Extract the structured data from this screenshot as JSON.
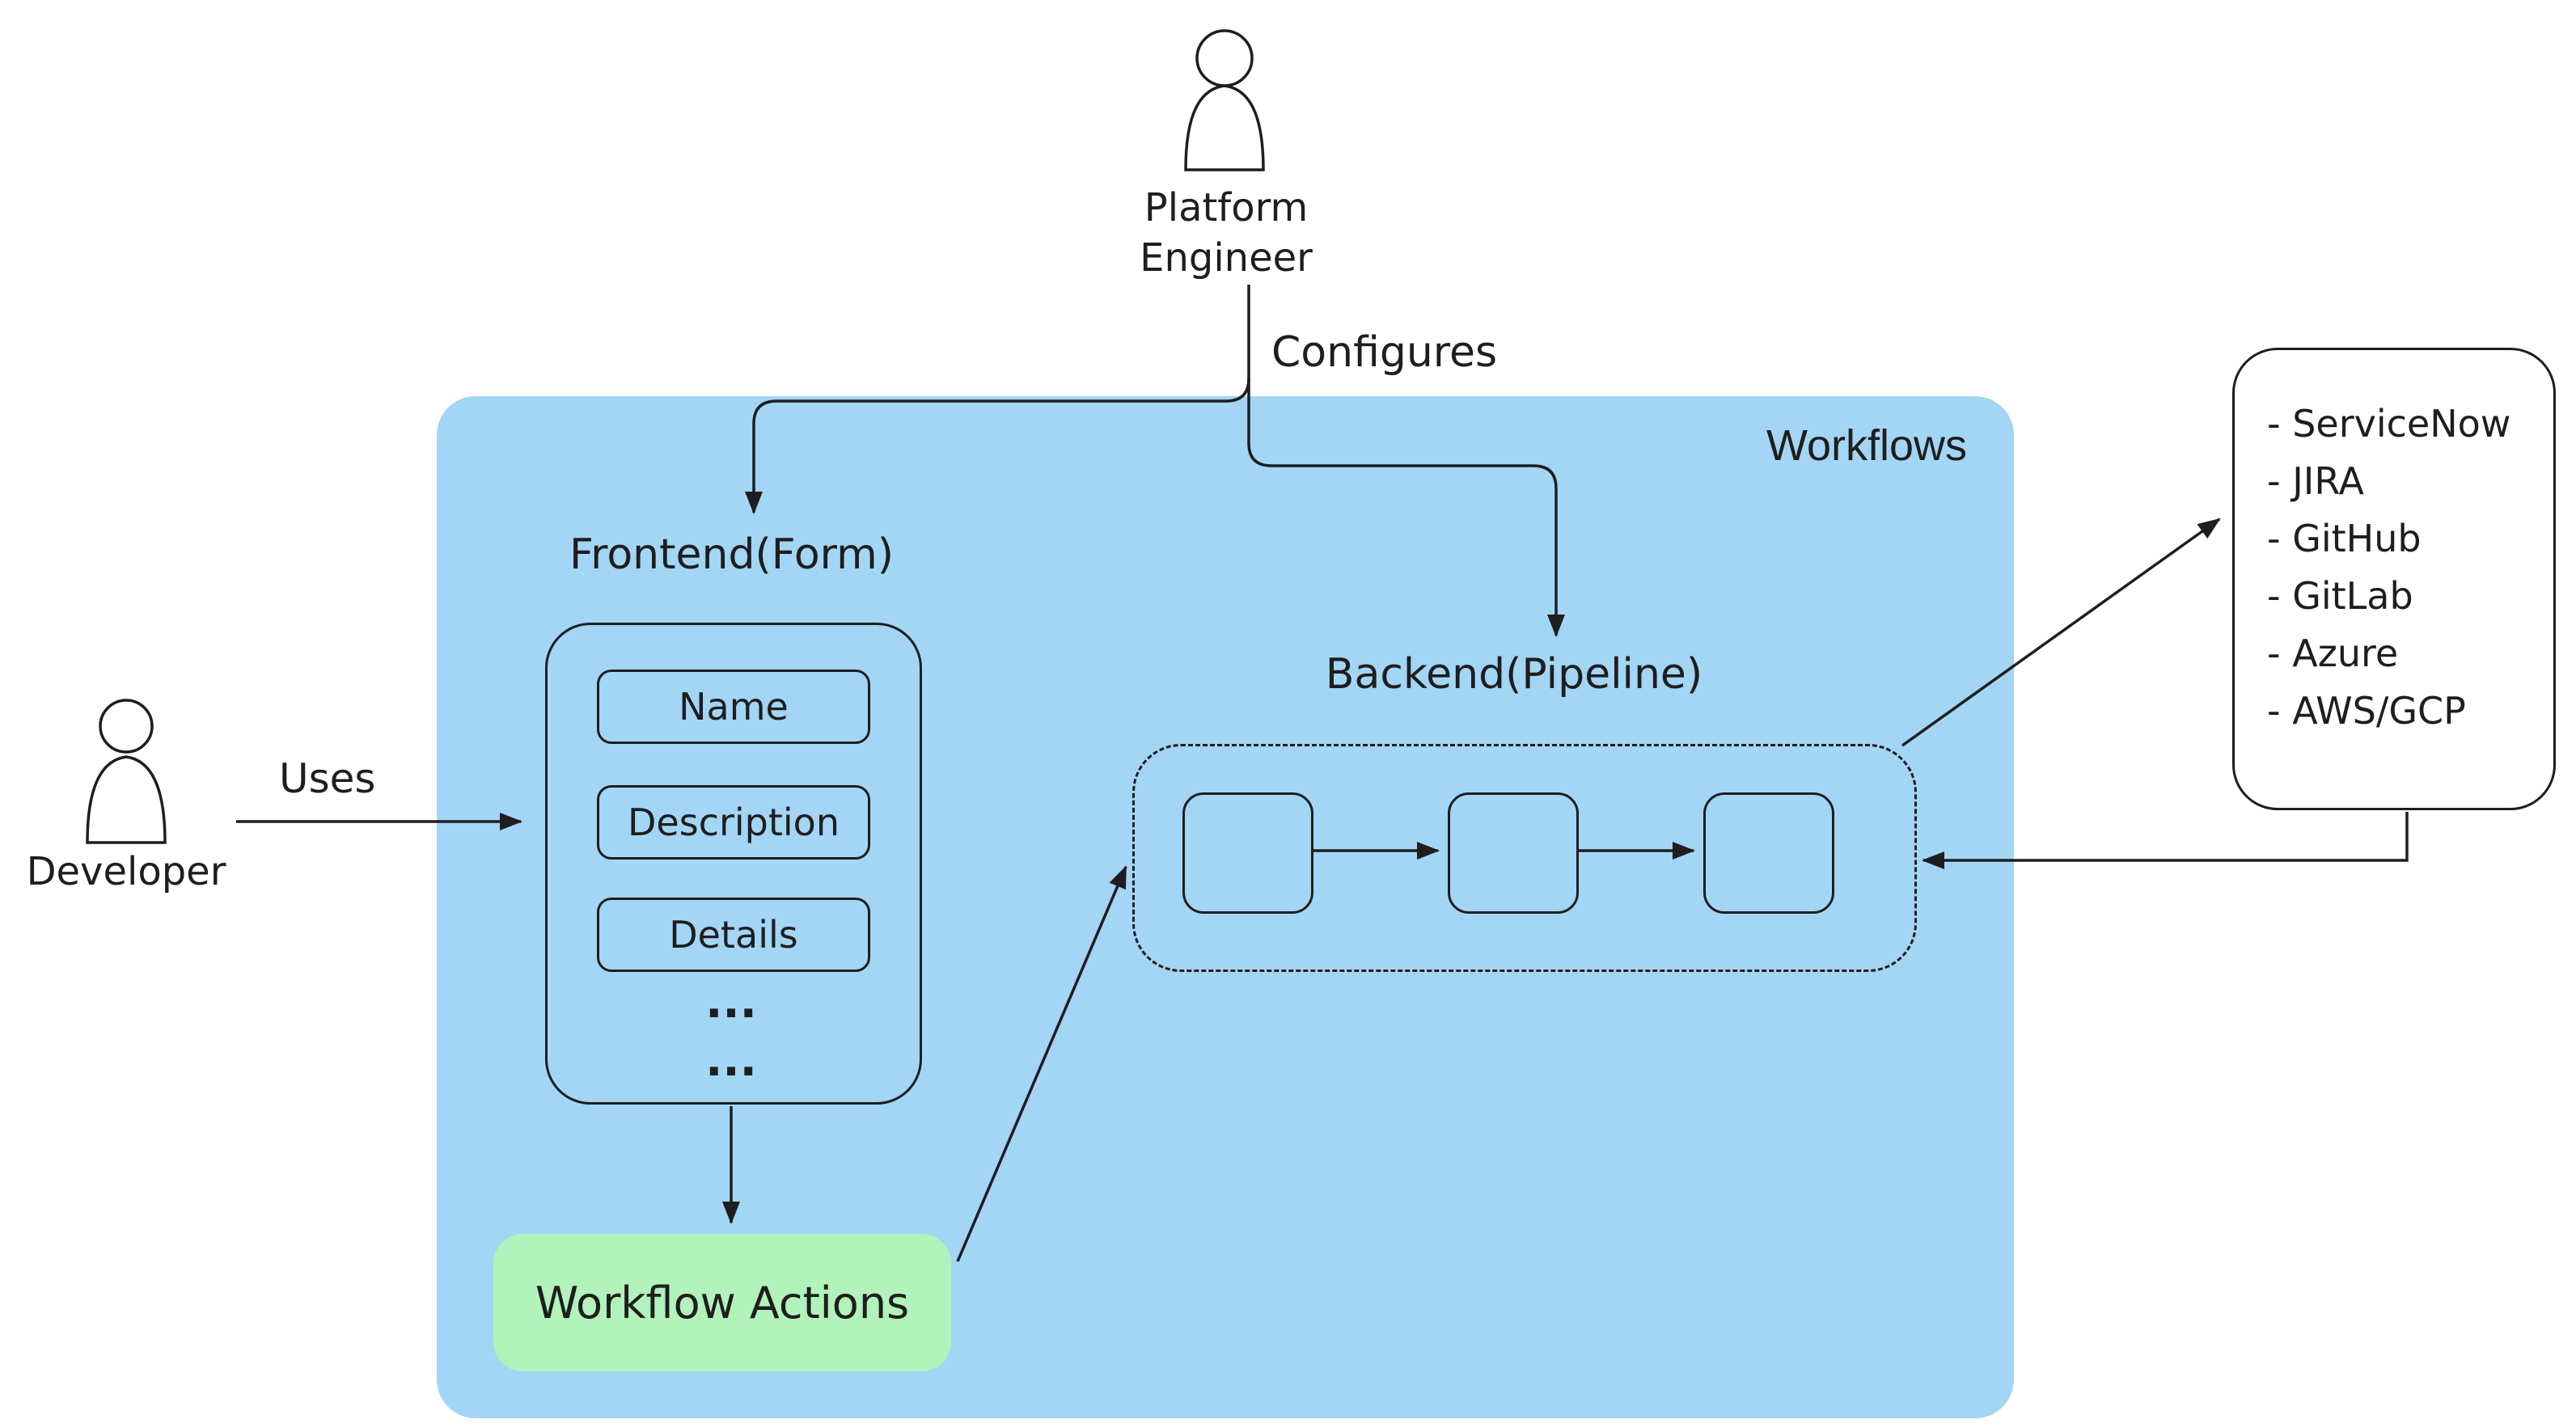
{
  "diagram": {
    "title": "Workflows"
  },
  "actors": {
    "platform_engineer": {
      "line1": "Platform",
      "line2": "Engineer"
    },
    "developer": {
      "label": "Developer"
    }
  },
  "edges": {
    "configures": "Configures",
    "uses": "Uses"
  },
  "frontend": {
    "title": "Frontend(Form)",
    "fields": [
      "Name",
      "Description",
      "Details"
    ],
    "ellipsis1": "...",
    "ellipsis2": "...",
    "action": "Workflow Actions"
  },
  "backend": {
    "title": "Backend(Pipeline)",
    "stage_count": 3
  },
  "integrations": {
    "items": [
      "- ServiceNow",
      "- JIRA",
      "- GitHub",
      "- GitLab",
      "- Azure",
      "- AWS/GCP"
    ]
  },
  "colors": {
    "workflows_fill": "#a3d5f5",
    "action_fill": "#b2f2bb",
    "stroke": "#1e1e1e",
    "canvas": "#ffffff"
  }
}
